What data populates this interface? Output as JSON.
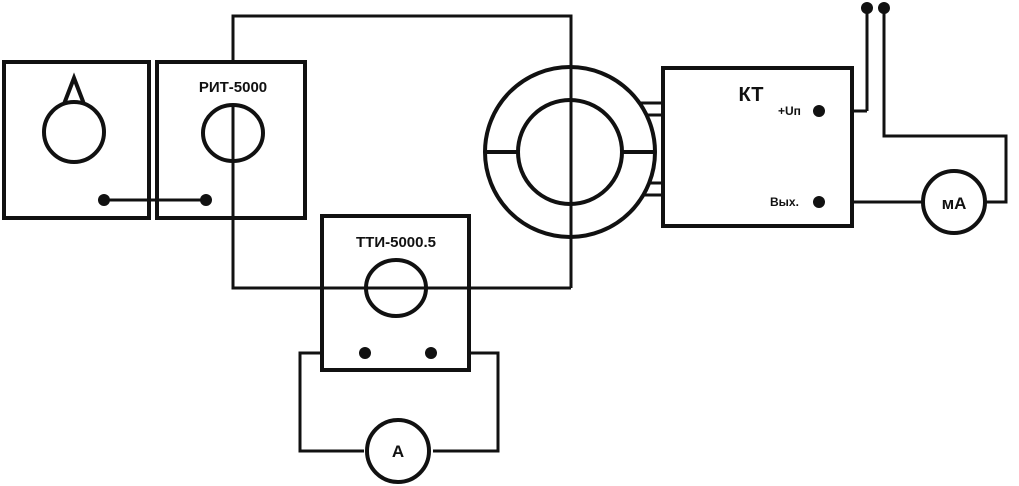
{
  "labels": {
    "rit": "РИТ-5000",
    "tti": "ТТИ-5000.5",
    "kt": "КТ",
    "up": "+Uп",
    "out": "Вых.",
    "ammeter": "А",
    "milliammeter": "мА"
  },
  "colors": {
    "stroke": "#111111",
    "background": "#ffffff"
  }
}
